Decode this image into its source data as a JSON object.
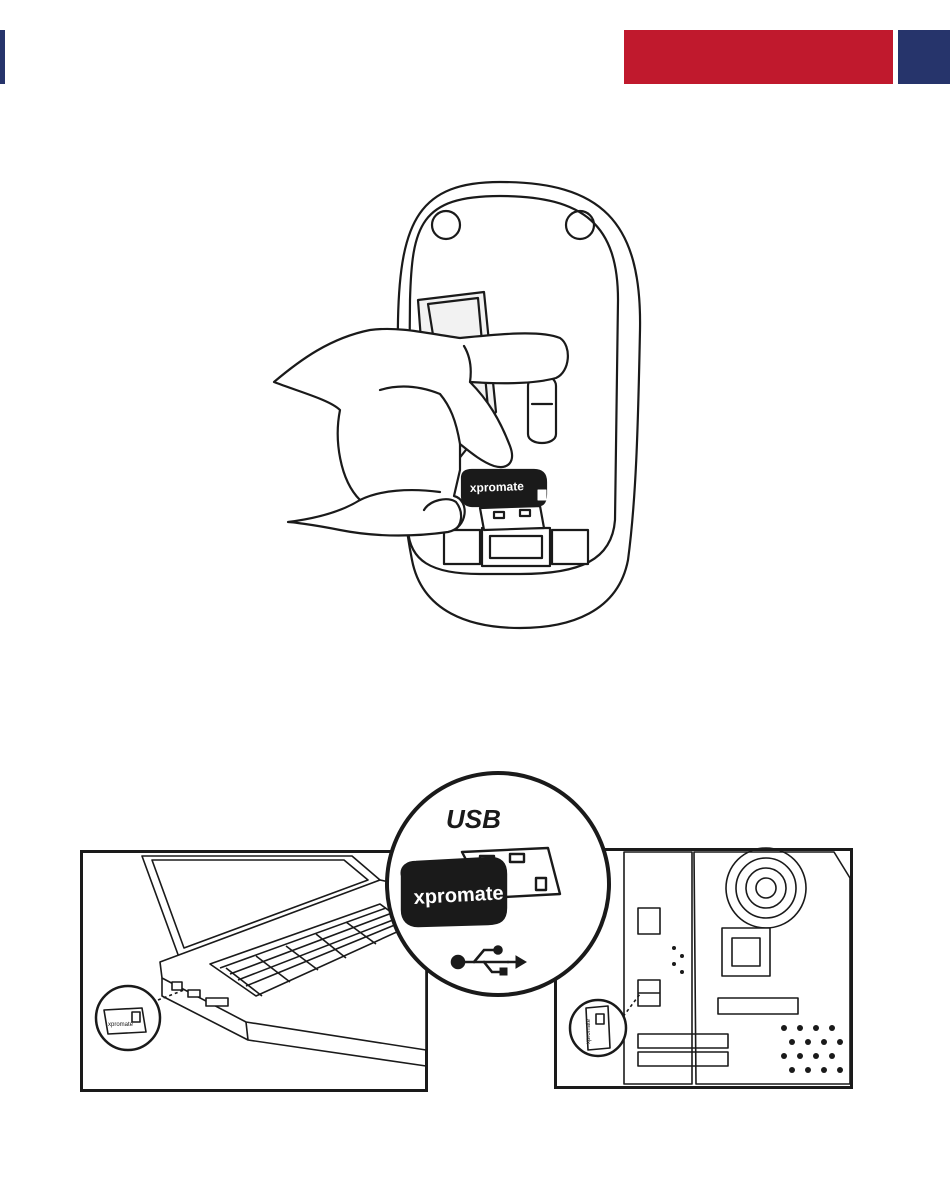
{
  "header": {
    "left_bar_color": "#26346b",
    "red_bar_color": "#c0192d",
    "navy_bar_color": "#26346b"
  },
  "figures": {
    "mouse_dongle": {
      "brand": "xpromate"
    },
    "usb_callout": {
      "label": "USB",
      "brand": "xpromate",
      "icon": "usb-trident-icon"
    },
    "laptop_panel": {
      "dongle_brand": "xpromate"
    },
    "desktop_panel": {
      "dongle_brand": "xpromate"
    }
  }
}
